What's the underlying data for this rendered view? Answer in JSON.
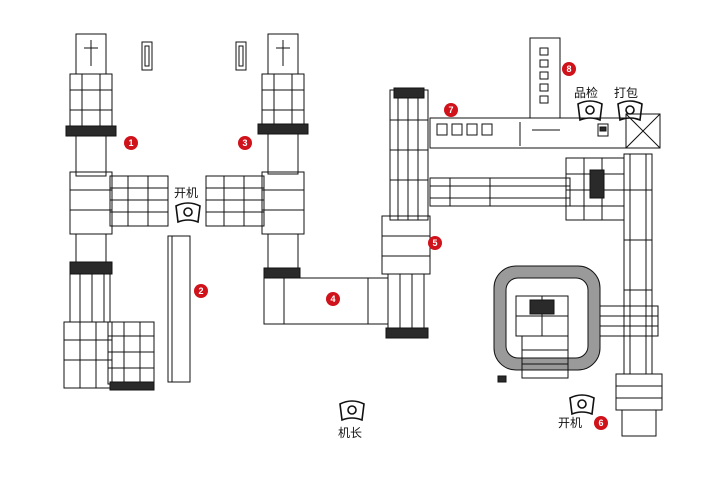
{
  "markers": [
    "1",
    "2",
    "3",
    "4",
    "5",
    "6",
    "7",
    "8"
  ],
  "labels": {
    "start_left": "开机",
    "quality_check": "品检",
    "packing": "打包",
    "operator": "机长",
    "start_right": "开机"
  },
  "colors": {
    "marker": "#d0121b",
    "line": "#111111",
    "fill_dark": "#2a2a2a",
    "mesh": "#8a8a8a"
  },
  "icons": [
    "operator-station-icon",
    "package-box-icon"
  ]
}
